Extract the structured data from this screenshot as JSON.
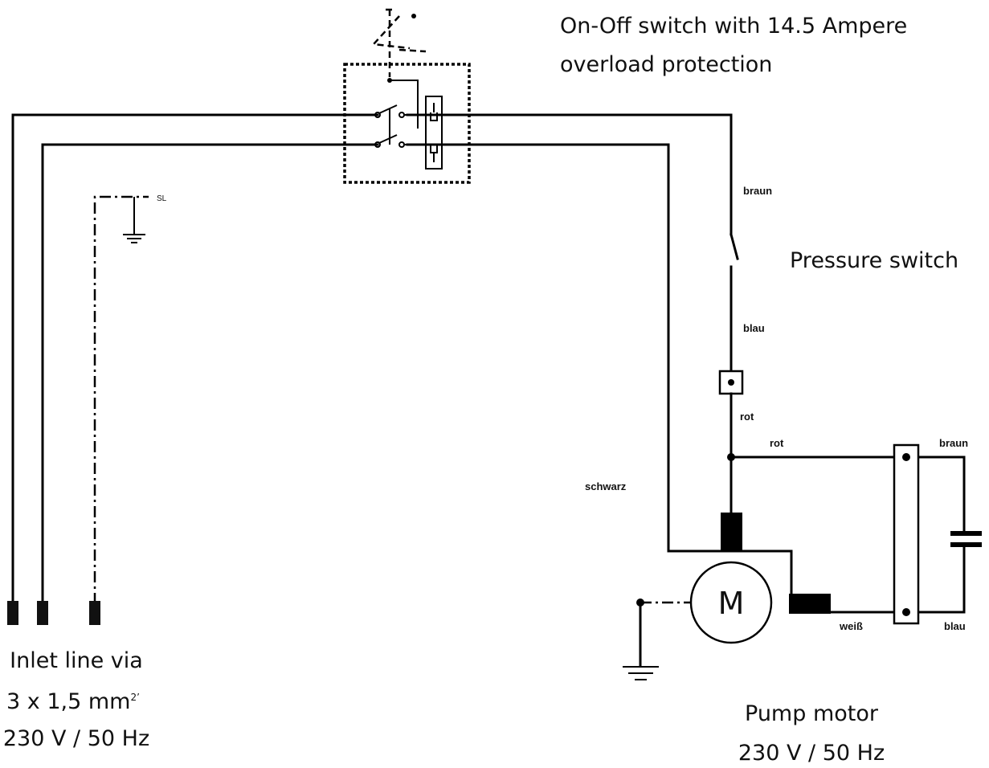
{
  "labels": {
    "switch_line1": "On-Off switch with 14.5 Ampere",
    "switch_line2": "overload protection",
    "pressure_switch": "Pressure switch",
    "inlet_line1": "Inlet line via",
    "inlet_line2": "3 x 1,5 mm",
    "inlet_sup": "2’",
    "inlet_line3": "230 V / 50 Hz",
    "motor_line1": "Pump motor",
    "motor_line2": "230 V / 50 Hz",
    "motor_symbol": "M",
    "ground_tag": "SL"
  },
  "wires": {
    "braun_top": "braun",
    "blau_mid": "blau",
    "rot_vertical": "rot",
    "rot_horizontal": "rot",
    "schwarz": "schwarz",
    "braun_right": "braun",
    "weiss": "weiß",
    "blau_right": "blau"
  }
}
